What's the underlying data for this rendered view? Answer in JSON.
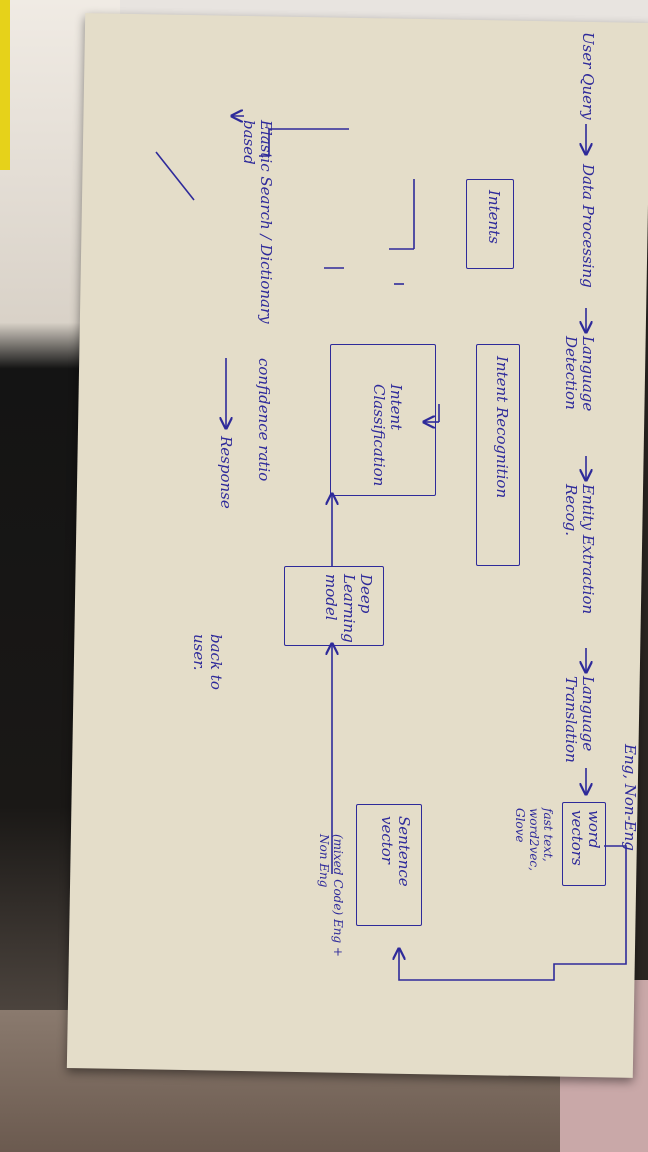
{
  "diagram": {
    "languages_note": "Eng, Non-Eng",
    "nodes": {
      "user_query": "User Query",
      "data_processing": "Data Processing",
      "language_detection": "Language Detection",
      "entity_extraction": "Entity Extraction Recog.",
      "language_translation": "Language Translation",
      "word_vectors": "word vectors",
      "word_vector_models": "fast text, word2vec, Glove",
      "sentence_vector": "Sentence vector",
      "code_mix_note": "(mixed Code) Eng + Non Eng",
      "deep_learning_model": "Deep Learning model",
      "intent_classification": "Intent Classification",
      "intent_recognition": "Intent Recognition",
      "intents": "Intents",
      "search_method": "Elastic Search / Dictionary based",
      "confidence_ratio": "confidence ratio",
      "response": "Response",
      "back_to_user": "back to user."
    }
  },
  "colors": {
    "ink": "#2e2a9a",
    "paper": "#e4ddc9"
  }
}
